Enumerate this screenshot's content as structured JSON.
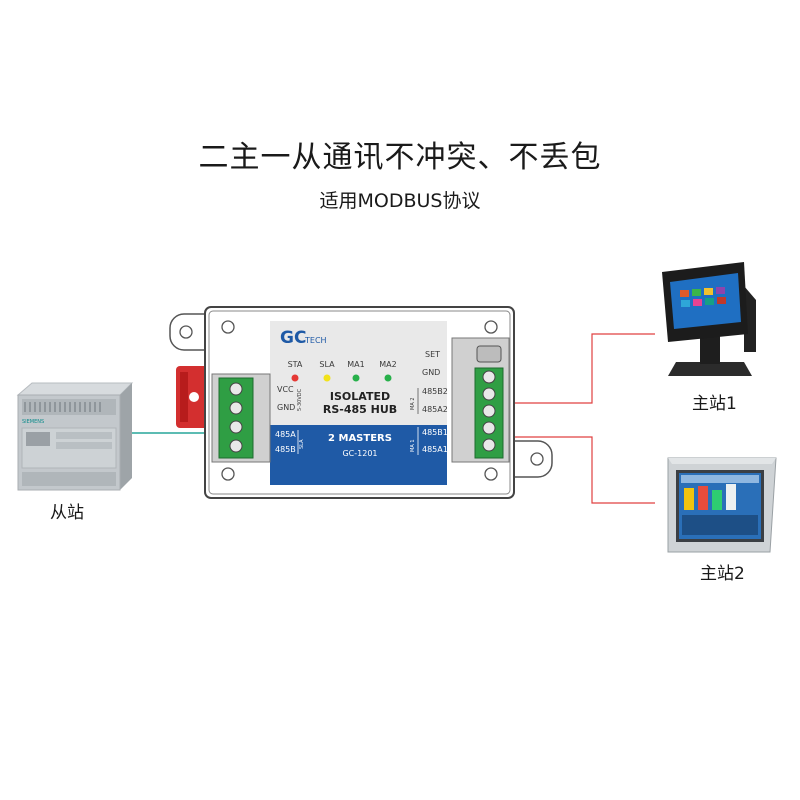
{
  "header": {
    "title": "二主一从通讯不冲突、不丢包",
    "subtitle": "适用MODBUS协议"
  },
  "labels": {
    "slave": "从站",
    "master1": "主站1",
    "master2": "主站2"
  },
  "hub": {
    "logo_main": "GC",
    "logo_sub": "TECH",
    "leds": [
      {
        "label": "STA",
        "color": "#e53935"
      },
      {
        "label": "SLA",
        "color": "#f2e21a"
      },
      {
        "label": "MA1",
        "color": "#27b04a"
      },
      {
        "label": "MA2",
        "color": "#27b04a"
      }
    ],
    "set_label": "SET",
    "gnd_right": "GND",
    "vcc": "VCC",
    "gnd_left": "GND",
    "power_tag": "5-30VDC",
    "name_line1": "ISOLATED",
    "name_line2": "RS-485 HUB",
    "port_ma2": "MA 2",
    "b2": "485B2",
    "a2": "485A2",
    "port_sla": "SLA",
    "a_left": "485A",
    "b_left": "485B",
    "masters": "2 MASTERS",
    "model": "GC-1201",
    "port_ma1": "MA 1",
    "b1": "485B1",
    "a1": "485A1"
  },
  "colors": {
    "panel_blue": "#1f5aa6",
    "terminal_green": "#2f9e44",
    "wire_teal": "#26a69a",
    "wire_red": "#e04040",
    "bracket_red": "#d32f2f"
  }
}
